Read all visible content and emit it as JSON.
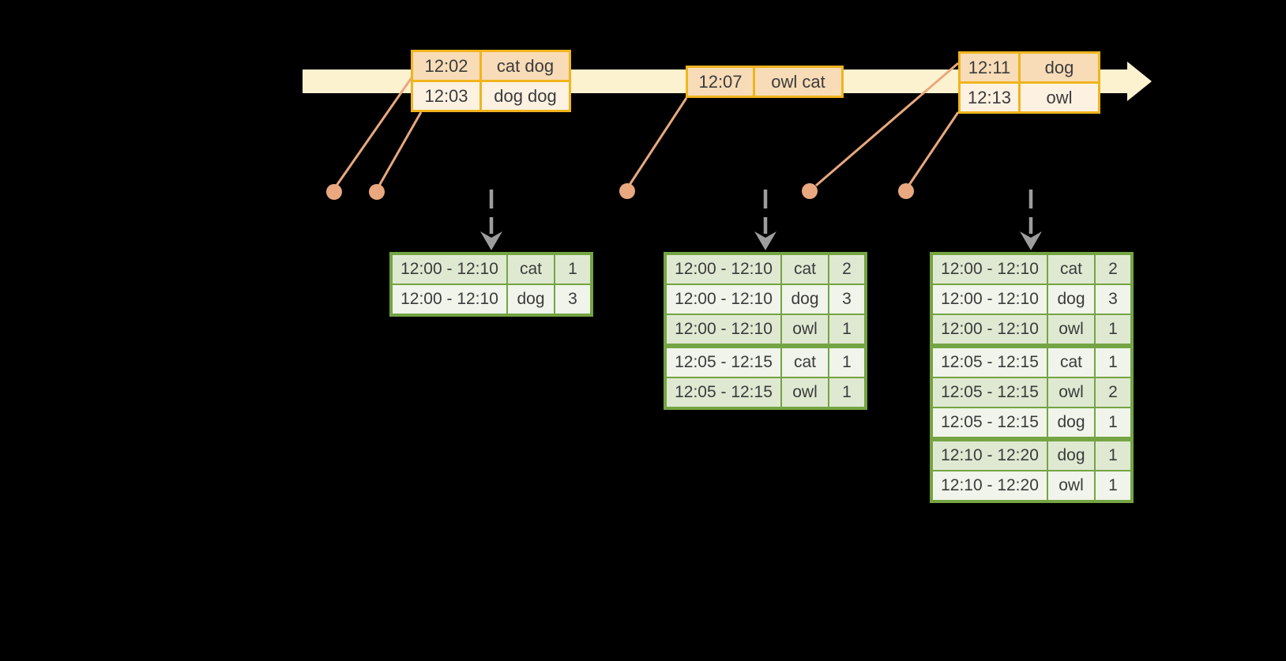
{
  "colors": {
    "background": "#000000",
    "timeline_band": "#fdf2d0",
    "event_table_border": "#f0b41d",
    "event_row_dark": "#f8dcb8",
    "event_row_light": "#fdf2e2",
    "result_table_border": "#74a443",
    "result_row_green": "#dfe9d2",
    "result_row_white": "#f0f4ea",
    "connector": "#e9a87f",
    "arrow_gray": "#9d9d9d",
    "text": "#3b3b3b"
  },
  "icons": {
    "timeline_arrow": "right-pointing cream band arrow",
    "event_dot": "filled salmon circle",
    "emit_arrow": "gray dashed down arrow"
  },
  "event_tables": [
    {
      "rows": [
        [
          "12:02",
          "cat dog"
        ],
        [
          "12:03",
          "dog dog"
        ]
      ]
    },
    {
      "rows": [
        [
          "12:07",
          "owl cat"
        ]
      ]
    },
    {
      "rows": [
        [
          "12:11",
          "dog"
        ],
        [
          "12:13",
          "owl"
        ]
      ]
    }
  ],
  "result_tables": [
    {
      "rows": [
        [
          "12:00 - 12:10",
          "cat",
          "1"
        ],
        [
          "12:00 - 12:10",
          "dog",
          "3"
        ]
      ]
    },
    {
      "rows": [
        [
          "12:00 - 12:10",
          "cat",
          "2"
        ],
        [
          "12:00 - 12:10",
          "dog",
          "3"
        ],
        [
          "12:00 - 12:10",
          "owl",
          "1"
        ],
        [
          "12:05 - 12:15",
          "cat",
          "1"
        ],
        [
          "12:05 - 12:15",
          "owl",
          "1"
        ]
      ]
    },
    {
      "rows": [
        [
          "12:00 - 12:10",
          "cat",
          "2"
        ],
        [
          "12:00 - 12:10",
          "dog",
          "3"
        ],
        [
          "12:00 - 12:10",
          "owl",
          "1"
        ],
        [
          "12:05 - 12:15",
          "cat",
          "1"
        ],
        [
          "12:05 - 12:15",
          "owl",
          "2"
        ],
        [
          "12:05 - 12:15",
          "dog",
          "1"
        ],
        [
          "12:10 - 12:20",
          "dog",
          "1"
        ],
        [
          "12:10 - 12:20",
          "owl",
          "1"
        ]
      ]
    }
  ]
}
